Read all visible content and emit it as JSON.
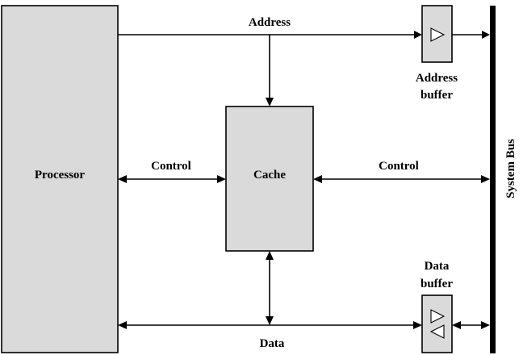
{
  "diagram": {
    "processor_label": "Processor",
    "cache_label": "Cache",
    "address_label": "Address",
    "address_buffer_label_line1": "Address",
    "address_buffer_label_line2": "buffer",
    "data_buffer_label_line1": "Data",
    "data_buffer_label_line2": "buffer",
    "control_left_label": "Control",
    "control_right_label": "Control",
    "data_label": "Data",
    "system_bus_label": "System Bus"
  },
  "colors": {
    "block_fill": "#dadada",
    "line": "#000000",
    "background": "#ffffff"
  }
}
